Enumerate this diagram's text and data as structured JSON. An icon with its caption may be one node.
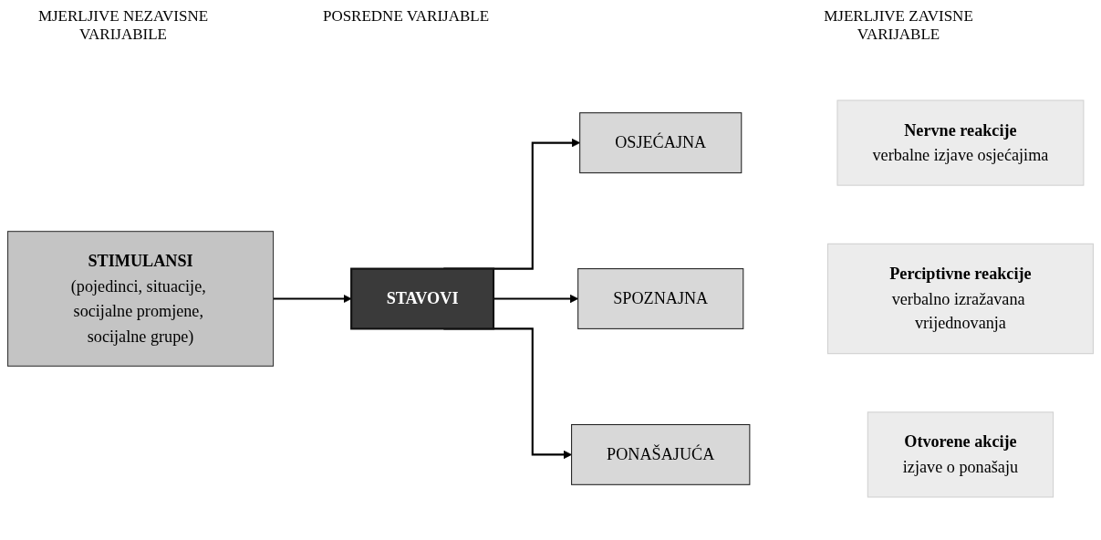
{
  "diagram": {
    "nodes": [
      {
        "text": [
          "STIMULANSI",
          "(pojedinci, situacije, socijalne promjene, socijalne grupe)"
        ]
      },
      {
        "text": [
          "STAVOVI"
        ]
      },
      {
        "text": [
          "OSJEĆAJNA"
        ]
      },
      {
        "text": [
          "SPOZNAJNA"
        ]
      },
      {
        "text": [
          "PONAŠAJUĆA"
        ]
      },
      {
        "text": [
          "Nervne reakcije",
          "verbalne izjave osjećajima"
        ]
      },
      {
        "text": [
          "Perciptivne reakcije",
          "verbalno izražavana vrijednovanja"
        ]
      },
      {
        "text": [
          "Otvorene akcije",
          "izjave o ponašaju"
        ]
      }
    ],
    "edges": [
      {
        "from": 0,
        "to": 1,
        "arrow": "to"
      },
      {
        "from": 1,
        "to": 2,
        "arrow": "to"
      },
      {
        "from": 1,
        "to": 3,
        "arrow": "to"
      },
      {
        "from": 1,
        "to": 4,
        "arrow": "to"
      }
    ],
    "labels": [
      "MJERLJIVE NEZAVISNE VARIJABILE",
      "POSREDNE VARIJABLE",
      "MJERLJIVE ZAVISNE VARIJABLE"
    ]
  }
}
